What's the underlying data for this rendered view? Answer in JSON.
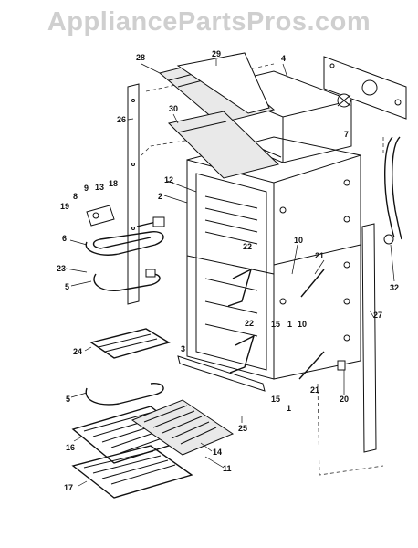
{
  "watermark": "AppliancePartsPros.com",
  "callouts": [
    "28",
    "29",
    "4",
    "7",
    "26",
    "30",
    "12",
    "18",
    "13",
    "9",
    "8",
    "19",
    "2",
    "6",
    "23",
    "5",
    "22",
    "10",
    "21",
    "15",
    "1",
    "32",
    "27",
    "24",
    "3",
    "25",
    "20",
    "16",
    "14",
    "11",
    "17"
  ]
}
